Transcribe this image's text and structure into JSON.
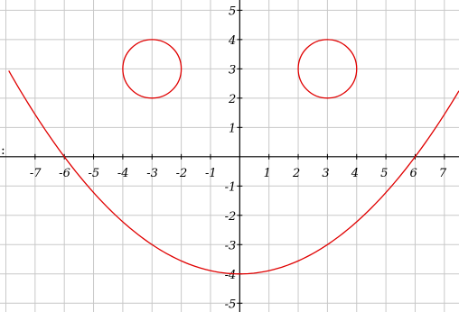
{
  "chart_data": {
    "type": "line",
    "title": "",
    "xlabel": "",
    "ylabel": "",
    "xlim": [
      -8.2,
      7.5
    ],
    "ylim": [
      -5.3,
      5.35
    ],
    "grid": true,
    "x_ticks": [
      -7,
      -6,
      -5,
      -4,
      -3,
      -2,
      -1,
      1,
      2,
      3,
      4,
      5,
      6,
      7
    ],
    "y_ticks": [
      -5,
      -4,
      -3,
      -2,
      -1,
      1,
      2,
      3,
      4,
      5
    ],
    "x_tick_labels": [
      "-7",
      "-6",
      "-5",
      "-4",
      "-3",
      "-2",
      "-1",
      "1",
      "2",
      "3",
      "4",
      "5",
      "6",
      "7"
    ],
    "y_tick_labels": [
      "-5",
      "-4",
      "-3",
      "-2",
      "-1",
      "1",
      "2",
      "3",
      "4",
      "5"
    ],
    "edge_label": ":",
    "curve_color": "#e00000",
    "series": [
      {
        "kind": "parabola",
        "equation": "y = x^2/9 - 4",
        "x_range": [
          -7.9,
          7.5
        ],
        "points": [
          [
            -7.9,
            2.93
          ],
          [
            -6,
            0
          ],
          [
            -3,
            -3
          ],
          [
            0,
            -4
          ],
          [
            3,
            -3
          ],
          [
            6,
            0
          ],
          [
            7.5,
            2.25
          ]
        ]
      },
      {
        "kind": "circle",
        "center": [
          -3,
          3
        ],
        "radius": 1
      },
      {
        "kind": "circle",
        "center": [
          3,
          3
        ],
        "radius": 1
      }
    ]
  }
}
